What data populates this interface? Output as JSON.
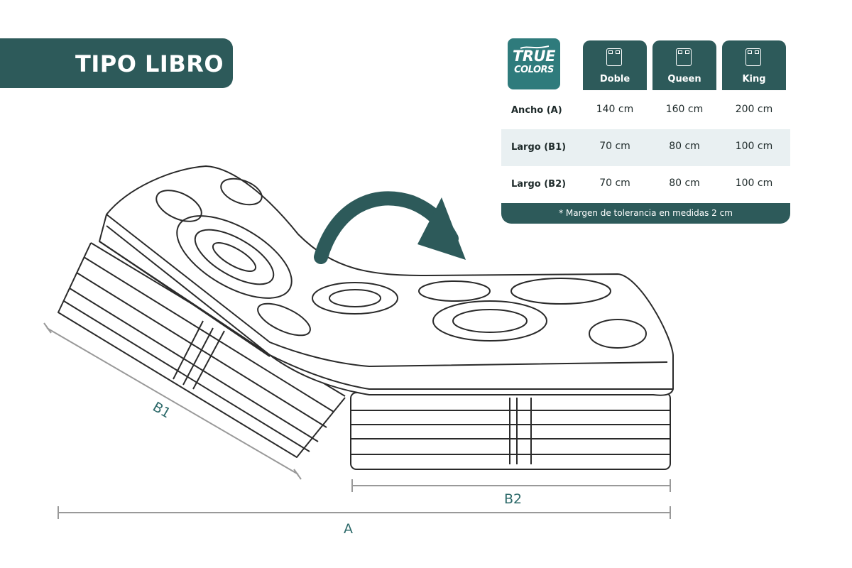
{
  "title": "TIPO LIBRO",
  "logo": {
    "line1": "TRUE",
    "line2": "COLORS",
    "icon": "wave-logo-icon"
  },
  "table": {
    "sizes": [
      "Doble",
      "Queen",
      "King"
    ],
    "rows": [
      {
        "label": "Ancho (A)",
        "values": [
          "140 cm",
          "160 cm",
          "200 cm"
        ]
      },
      {
        "label": "Largo (B1)",
        "values": [
          "70 cm",
          "80 cm",
          "100 cm"
        ]
      },
      {
        "label": "Largo (B2)",
        "values": [
          "70 cm",
          "80 cm",
          "100 cm"
        ]
      }
    ],
    "footnote": "* Margen de tolerancia en medidas 2 cm"
  },
  "diagram": {
    "labels": {
      "b1": "B1",
      "b2": "B2",
      "a": "A"
    },
    "fold_arrow_icon": "curved-arrow-icon",
    "mattress_icon": "folding-mattress-illustration"
  },
  "colors": {
    "primary": "#2d5a5a",
    "accent": "#2f7b7c",
    "row_shade": "#e9f0f2",
    "dimension": "#2d6a6a"
  }
}
